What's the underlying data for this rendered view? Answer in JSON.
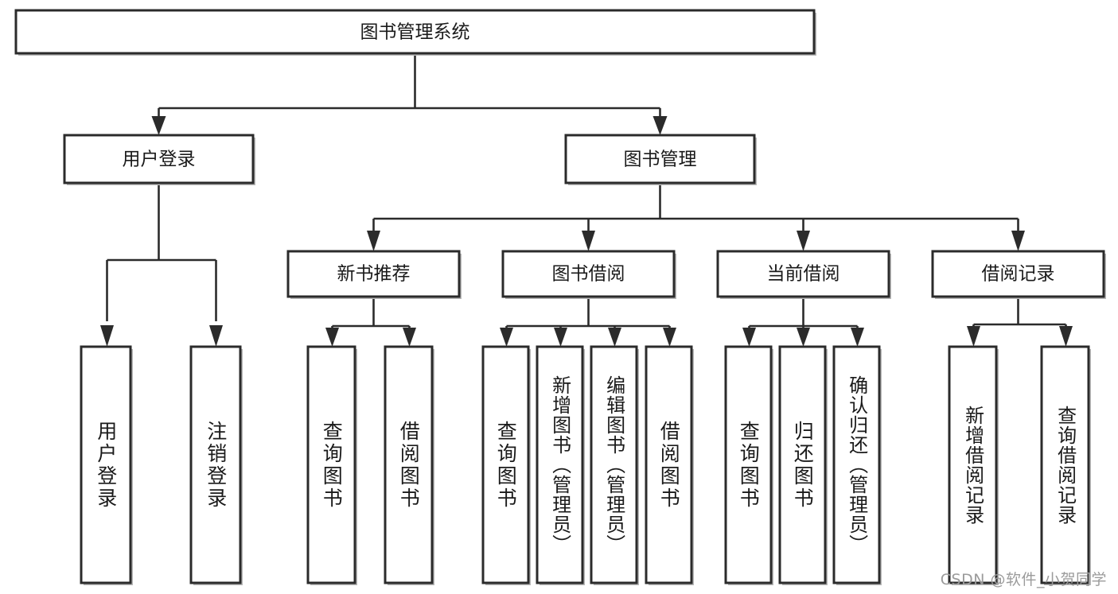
{
  "diagram": {
    "type": "tree-hierarchy-diagram",
    "title": "图书管理系统",
    "colors": {
      "box_border": "#2b2b2b",
      "box_fill": "#ffffff",
      "connector": "#2b2b2b",
      "shadow": "#b8b8b8",
      "text": "#1a1a1a",
      "watermark": "#9b9b9b",
      "background": "#ffffff"
    },
    "root": {
      "label": "图书管理系统",
      "orientation": "horizontal"
    },
    "level2": [
      {
        "label": "用户登录",
        "orientation": "horizontal"
      },
      {
        "label": "图书管理",
        "orientation": "horizontal"
      }
    ],
    "level3": [
      {
        "label": "新书推荐",
        "orientation": "horizontal"
      },
      {
        "label": "图书借阅",
        "orientation": "horizontal"
      },
      {
        "label": "当前借阅",
        "orientation": "horizontal"
      },
      {
        "label": "借阅记录",
        "orientation": "horizontal"
      }
    ],
    "leaves": {
      "user_login": [
        {
          "label": "用户登录",
          "orientation": "vertical"
        },
        {
          "label": "注销登录",
          "orientation": "vertical"
        }
      ],
      "new_book_recommend": [
        {
          "label": "查询图书",
          "orientation": "vertical"
        },
        {
          "label": "借阅图书",
          "orientation": "vertical"
        }
      ],
      "book_borrow": [
        {
          "label": "查询图书",
          "orientation": "vertical"
        },
        {
          "label": "新增图书（管理员）",
          "orientation": "vertical"
        },
        {
          "label": "编辑图书（管理员）",
          "orientation": "vertical"
        },
        {
          "label": "借阅图书",
          "orientation": "vertical"
        }
      ],
      "current_borrow": [
        {
          "label": "查询图书",
          "orientation": "vertical"
        },
        {
          "label": "归还图书",
          "orientation": "vertical"
        },
        {
          "label": "确认归还（管理员）",
          "orientation": "vertical"
        }
      ],
      "borrow_record": [
        {
          "label": "新增借阅记录",
          "orientation": "vertical"
        },
        {
          "label": "查询借阅记录",
          "orientation": "vertical"
        }
      ]
    },
    "watermark": "CSDN @软件_小贺同学"
  }
}
